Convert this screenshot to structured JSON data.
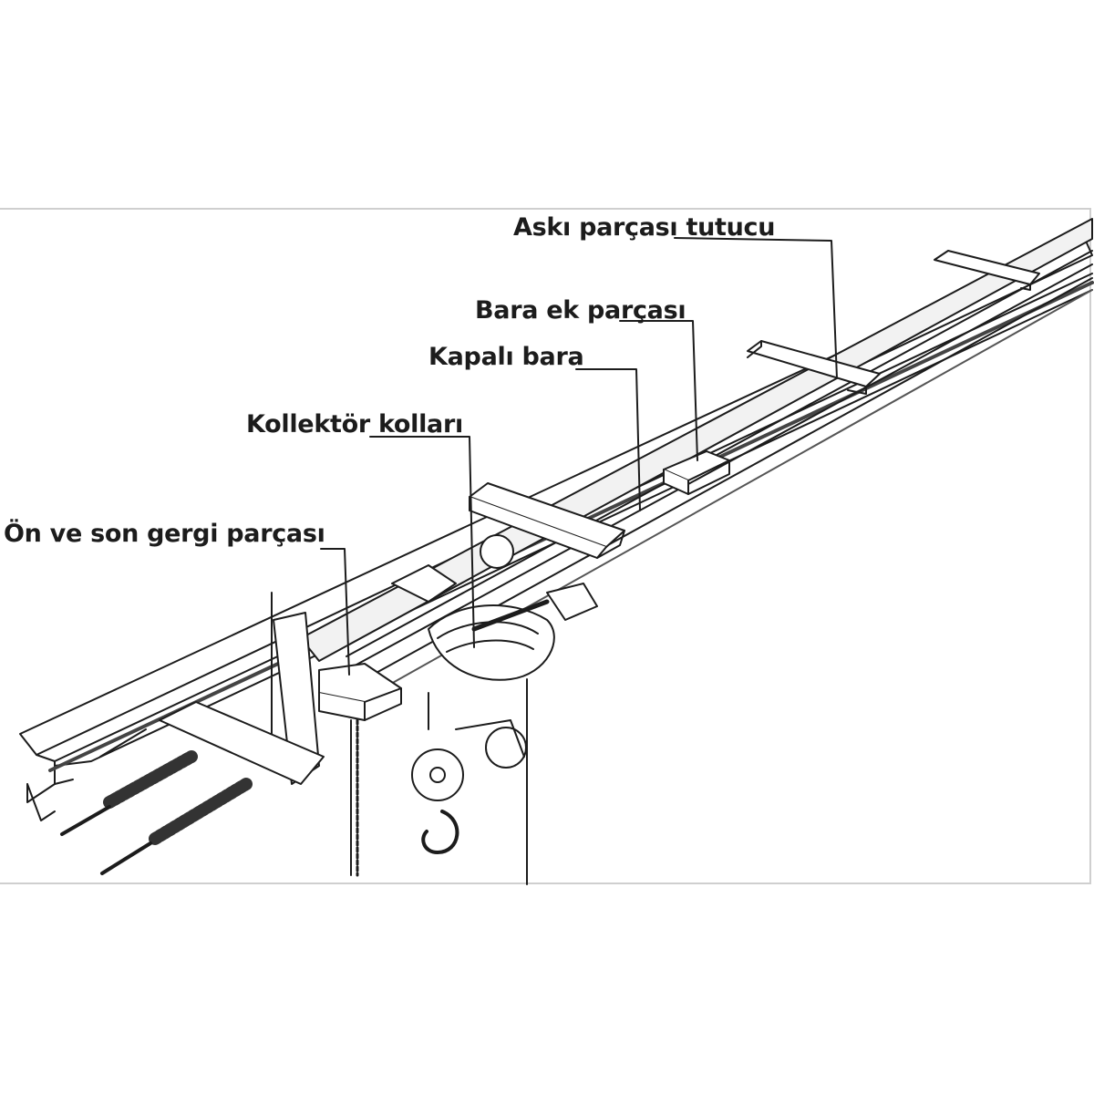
{
  "labels": {
    "aski_holder": "Askı parçası tutucu",
    "busbar_joint": "Bara ek parçası",
    "closed_busbar": "Kapalı bara",
    "collector_arms": "Kollektör kolları",
    "tension_piece": "Ön ve son gergi parçası"
  },
  "colors": {
    "line": "#1c1c1c",
    "frame": "#cfcfcf",
    "background": "#ffffff"
  }
}
